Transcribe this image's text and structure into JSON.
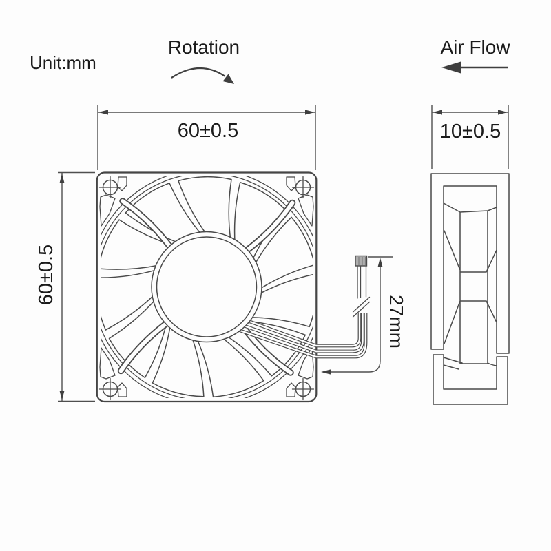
{
  "diagram": {
    "unit_label": "Unit:mm",
    "rotation_label": "Rotation",
    "airflow_label": "Air Flow",
    "front_view": {
      "width_dim": "60±0.5",
      "height_dim": "60±0.5"
    },
    "side_view": {
      "depth_dim": "10±0.5"
    },
    "wire": {
      "length_dim": "27mm"
    },
    "colors": {
      "line": "#4a4a4a",
      "text": "#1b1b1b",
      "background": "#fdfdfd",
      "connector_fill": "#adadad"
    }
  }
}
